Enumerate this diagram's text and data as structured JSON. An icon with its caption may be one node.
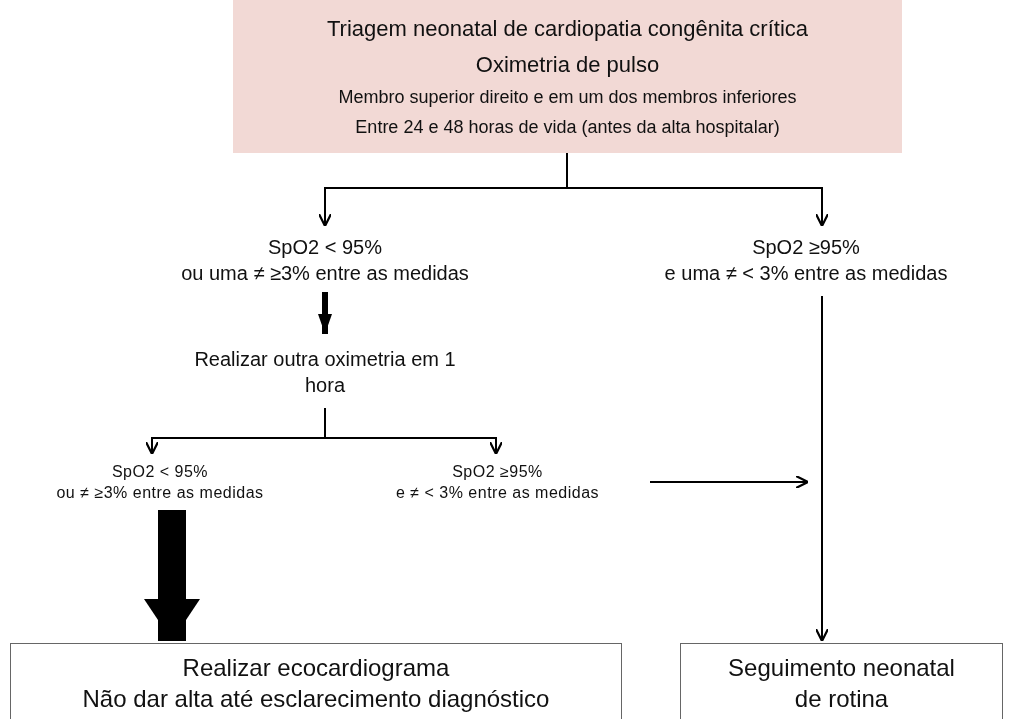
{
  "diagram": {
    "nodes": [
      {
        "text": [
          "Triagem neonatal de cardiopatia congênita crítica",
          "Oximetria de pulso",
          "Membro superior direito e em um dos membros inferiores",
          "Entre 24 e 48 horas de vida (antes da alta hospitalar)"
        ]
      },
      {
        "text": [
          "SpO2 < 95%",
          "ou uma ≠ ≥3% entre as medidas"
        ]
      },
      {
        "text": [
          "SpO2 ≥95%",
          "e uma ≠ < 3% entre as medidas"
        ]
      },
      {
        "text": [
          "Realizar outra oximetria em 1 hora"
        ]
      },
      {
        "text": [
          "SpO2 < 95%",
          "ou ≠ ≥3% entre as medidas"
        ]
      },
      {
        "text": [
          "SpO2 ≥95%",
          "e ≠ < 3% entre as medidas"
        ]
      },
      {
        "text": [
          "Realizar ecocardiograma",
          "Não dar alta até esclarecimento diagnóstico"
        ]
      },
      {
        "text": [
          "Seguimento neonatal",
          "de rotina"
        ]
      }
    ],
    "edges": [
      {
        "from": 0,
        "to": 1,
        "arrow": "to"
      },
      {
        "from": 0,
        "to": 2,
        "arrow": "to"
      },
      {
        "from": 1,
        "to": 3,
        "arrow": "to",
        "style": "thick"
      },
      {
        "from": 3,
        "to": 4,
        "arrow": "to"
      },
      {
        "from": 3,
        "to": 5,
        "arrow": "to"
      },
      {
        "from": 4,
        "to": 6,
        "arrow": "to",
        "style": "thick"
      },
      {
        "from": 2,
        "to": 7,
        "arrow": "to"
      },
      {
        "from": 5,
        "to": null,
        "arrow": "to"
      }
    ]
  }
}
